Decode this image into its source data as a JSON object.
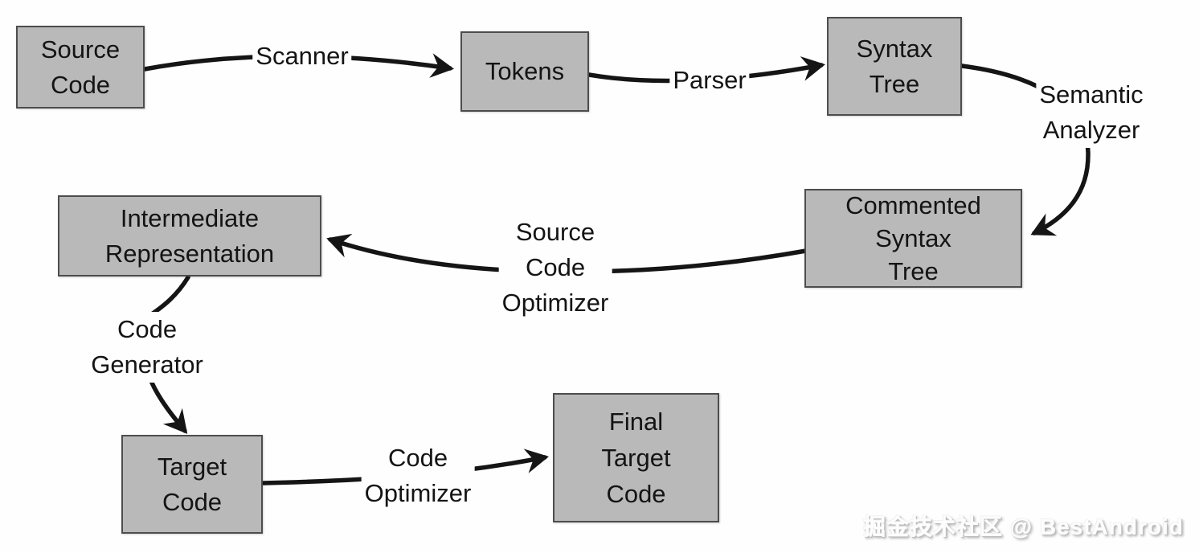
{
  "diagram": {
    "title": "Compiler phases flow diagram",
    "nodes": [
      {
        "id": "source-code",
        "label": "Source\nCode"
      },
      {
        "id": "tokens",
        "label": "Tokens"
      },
      {
        "id": "syntax-tree",
        "label": "Syntax\nTree"
      },
      {
        "id": "commented-syntax-tree",
        "label": "Commented\nSyntax\nTree"
      },
      {
        "id": "intermediate-representation",
        "label": "Intermediate\nRepresentation"
      },
      {
        "id": "target-code",
        "label": "Target\nCode"
      },
      {
        "id": "final-target-code",
        "label": "Final\nTarget\nCode"
      }
    ],
    "edge_labels": [
      {
        "id": "scanner",
        "label": "Scanner",
        "from": "source-code",
        "to": "tokens"
      },
      {
        "id": "parser",
        "label": "Parser",
        "from": "tokens",
        "to": "syntax-tree"
      },
      {
        "id": "semantic-analyzer",
        "label": "Semantic\nAnalyzer",
        "from": "syntax-tree",
        "to": "commented-syntax-tree"
      },
      {
        "id": "source-code-optimizer",
        "label": "Source\nCode\nOptimizer",
        "from": "commented-syntax-tree",
        "to": "intermediate-representation"
      },
      {
        "id": "code-generator",
        "label": "Code\nGenerator",
        "from": "intermediate-representation",
        "to": "target-code"
      },
      {
        "id": "code-optimizer",
        "label": "Code\nOptimizer",
        "from": "target-code",
        "to": "final-target-code"
      }
    ],
    "colors": {
      "node_fill": "#b9b9b9",
      "node_border": "#4d4d4d",
      "line": "#151515",
      "background": "#fefefe",
      "text": "#141414"
    }
  },
  "watermark": {
    "text": "掘金技术社区 @ BestAndroid"
  }
}
